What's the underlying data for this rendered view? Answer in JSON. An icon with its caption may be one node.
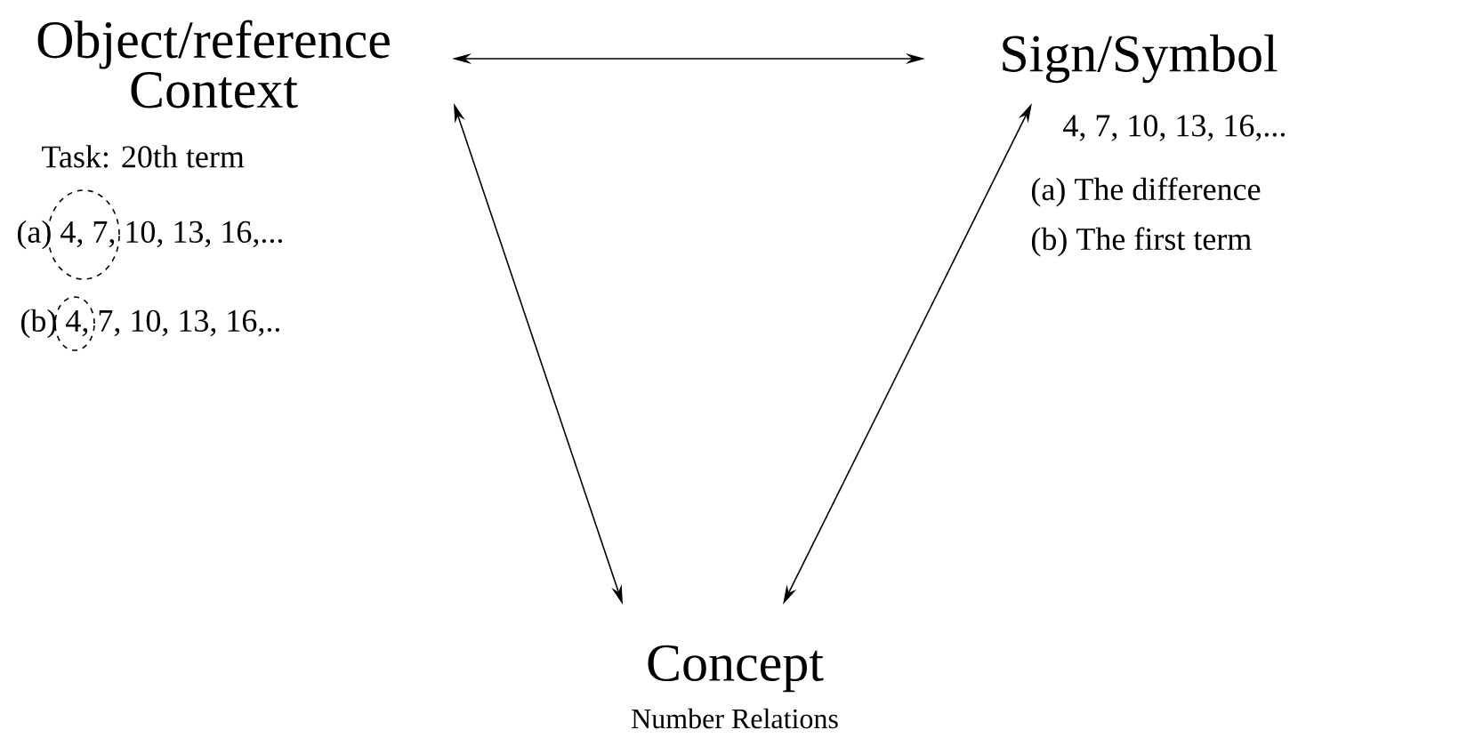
{
  "diagram": {
    "nodes": [
      {
        "text": [
          "Object/reference Context"
        ],
        "beside": [
          "Task: 20th term",
          "(a) 4, 7, 10, 13, 16,...",
          "(b) 4, 7, 10, 13, 16,.."
        ]
      },
      {
        "text": [
          "Sign/Symbol"
        ],
        "beside": [
          "4, 7, 10, 13, 16,...",
          "(a) The  difference",
          "(b) The first term"
        ]
      },
      {
        "text": [
          "Concept"
        ],
        "beside": [
          "Number Relations"
        ]
      }
    ],
    "edges": [
      {
        "from": 0,
        "to": 1,
        "arrow": "both"
      },
      {
        "from": 0,
        "to": 2,
        "arrow": "both"
      },
      {
        "from": 1,
        "to": 2,
        "arrow": "both"
      }
    ]
  }
}
